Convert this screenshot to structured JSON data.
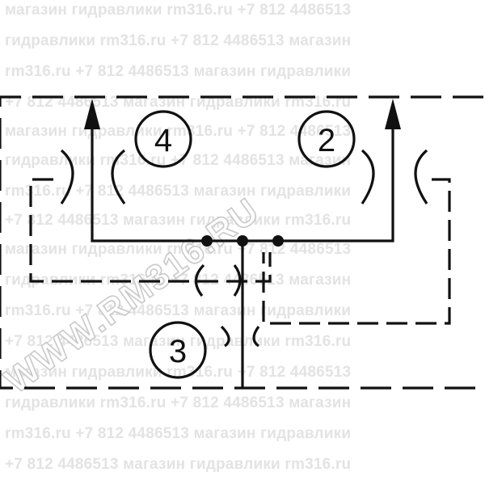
{
  "watermark": {
    "lines": [
      "магазин гидравлики rm316.ru +7 812 4486513",
      "гидравлики rm316.ru +7 812 4486513 магазин",
      "rm316.ru +7 812 4486513 магазин гидравлики",
      "+7 812 4486513 магазин гидравлики rm316.ru",
      "магазин гидравлики rm316.ru +7 812 4486513",
      "гидравлики rm316.ru +7 812 4486513 магазин",
      "rm316.ru +7 812 4486513 магазин гидравлики",
      "+7 812 4486513 магазин гидравлики rm316.ru",
      "магазин гидравлики rm316.ru +7 812 4486513",
      "гидравлики rm316.ru +7 812 4486513 магазин",
      "rm316.ru +7 812 4486513 магазин гидравлики",
      "+7 812 4486513 магазин гидравлики rm316.ru",
      "магазин гидравлики rm316.ru +7 812 4486513",
      "гидравлики rm316.ru +7 812 4486513 магазин",
      "rm316.ru +7 812 4486513 магазин гидравлики",
      "+7 812 4486513 магазин гидравлики rm316.ru"
    ],
    "diagonal": "WWW.RM316.RU"
  },
  "ports": {
    "port_4": "4",
    "port_2": "2",
    "port_3": "3"
  },
  "colors": {
    "line": "#111111",
    "watermark": "#e3e3e3"
  }
}
